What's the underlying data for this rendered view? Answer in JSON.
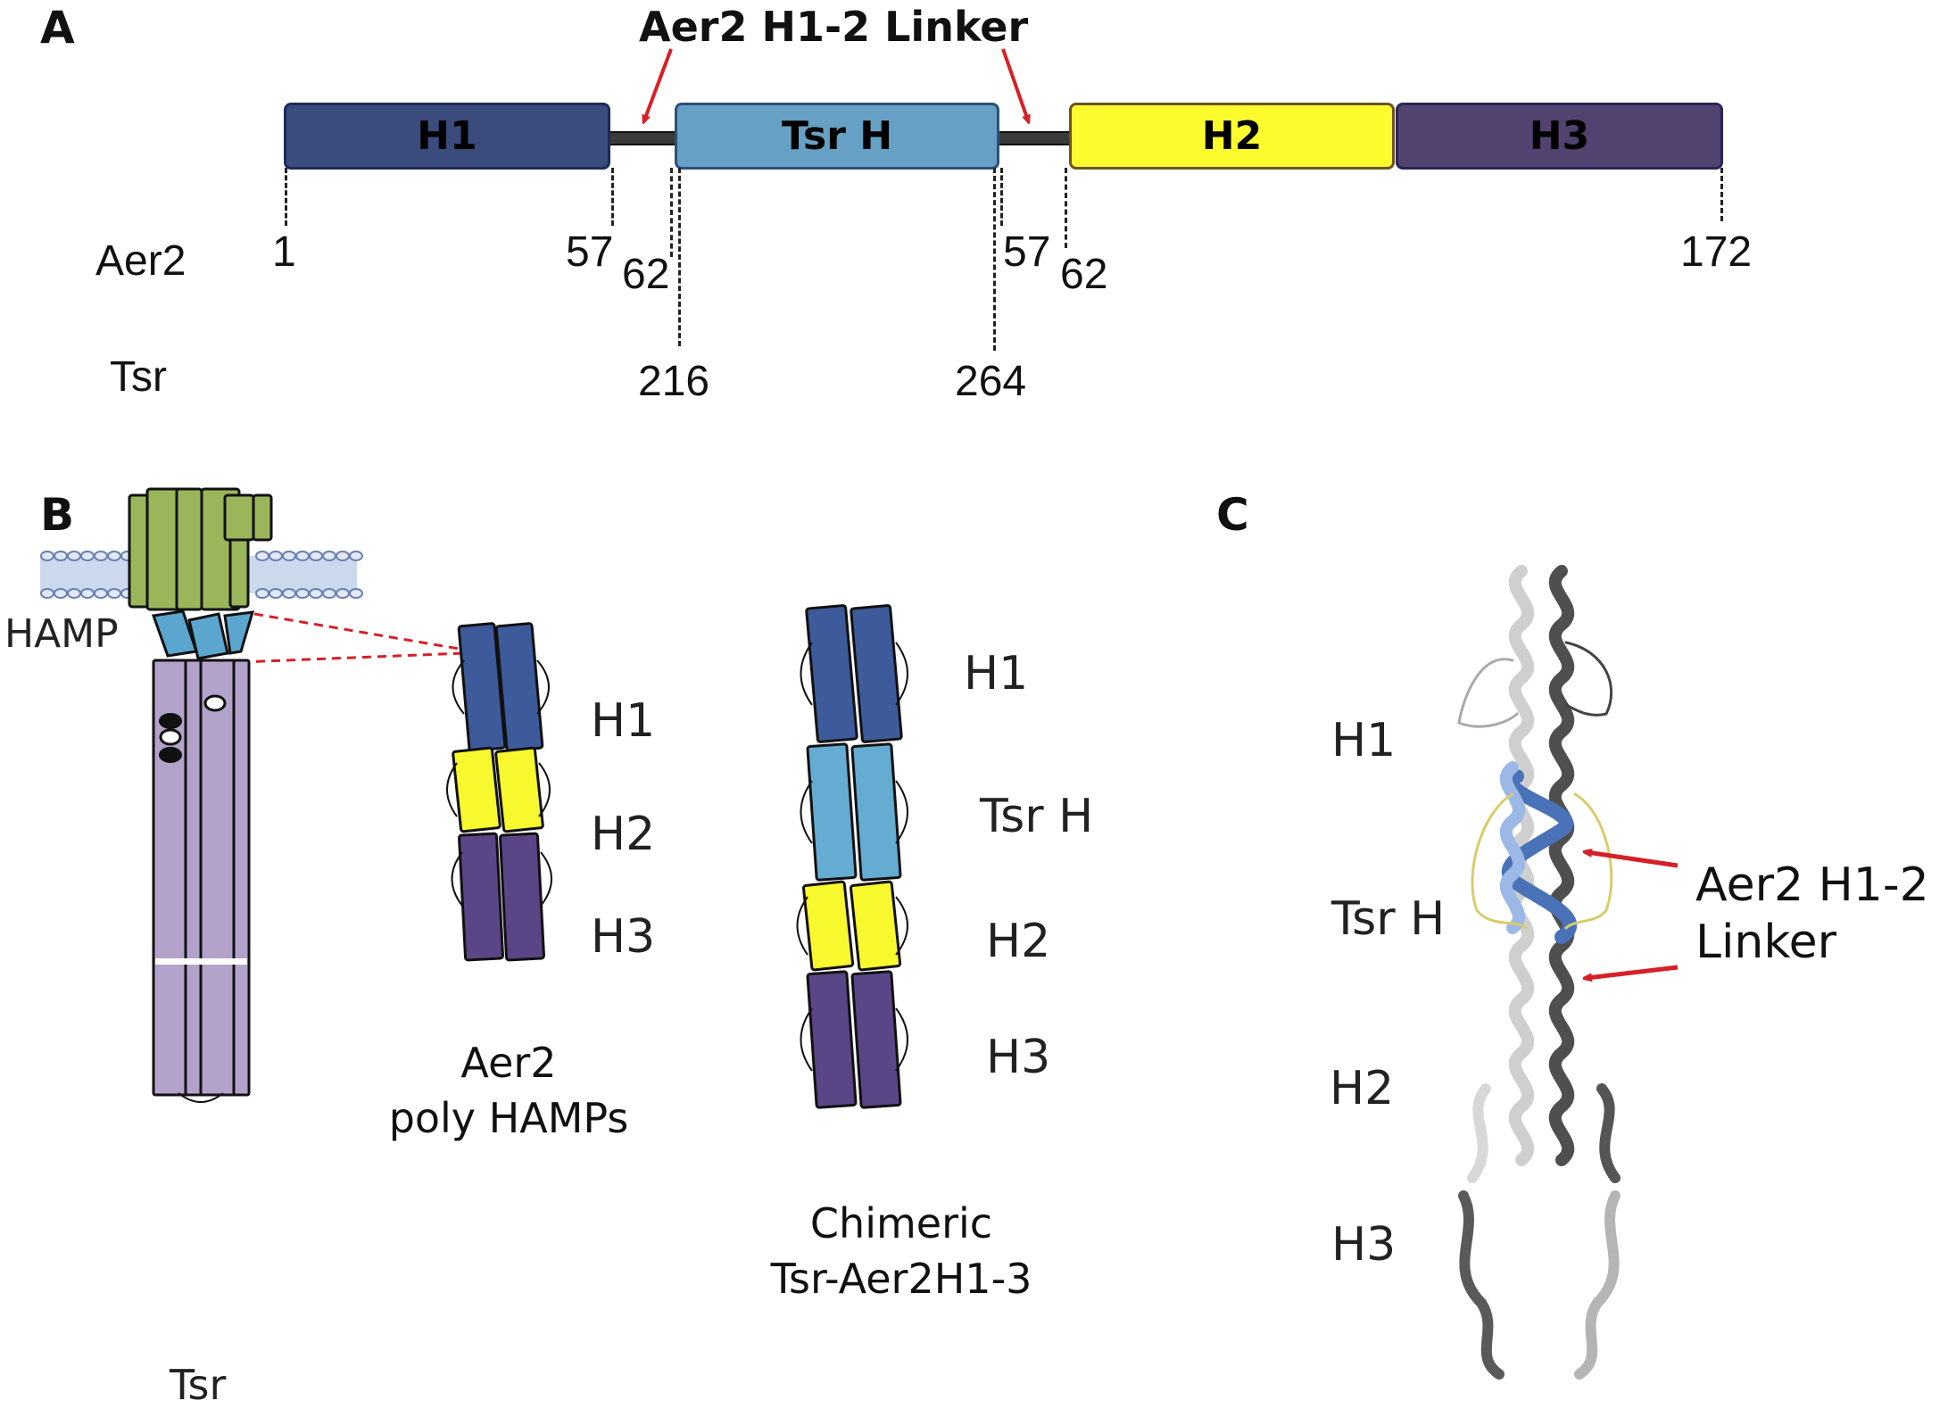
{
  "panels": {
    "a": {
      "letter": "A",
      "title": "Aer2 H1-2 Linker",
      "domains": [
        {
          "label": "H1",
          "color": "#3a4b7c",
          "border": "#1d2a5a"
        },
        {
          "label": "Tsr H",
          "color": "#66a0c4",
          "border": "#2e4f7c"
        },
        {
          "label": "H2",
          "color": "#fbfb2e",
          "border": "#6b5420"
        },
        {
          "label": "H3",
          "color": "#52426f",
          "border": "#2b2458"
        }
      ],
      "row_labels": {
        "aer2": "Aer2",
        "tsr": "Tsr"
      },
      "aer2_positions": [
        "1",
        "57",
        "62",
        "57",
        "62",
        "172"
      ],
      "tsr_positions": [
        "216",
        "264"
      ],
      "arrow_color": "#d62027"
    },
    "b": {
      "letter": "B",
      "hamp_label": "HAMP",
      "tsr_label": "Tsr",
      "aer2_labels": [
        "H1",
        "H2",
        "H3"
      ],
      "aer2_caption": [
        "Aer2",
        "poly HAMPs"
      ],
      "chimera_labels": [
        "H1",
        "Tsr H",
        "H2",
        "H3"
      ],
      "chimera_caption": [
        "Chimeric",
        "Tsr-Aer2H1-3"
      ],
      "colors": {
        "tm": "#9bb55a",
        "hamp": "#5aa6cf",
        "body": "#b3a3cb",
        "h1": "#3d5a9a",
        "tsrh": "#64acd2",
        "h2": "#f8f82e",
        "h3": "#5a4686",
        "membrane": "#8fa6cf"
      }
    },
    "c": {
      "letter": "C",
      "labels": [
        "H1",
        "Tsr H",
        "H2",
        "H3"
      ],
      "linker_label": [
        "Aer2 H1-2",
        "Linker"
      ],
      "arrow_color": "#d62027"
    }
  }
}
